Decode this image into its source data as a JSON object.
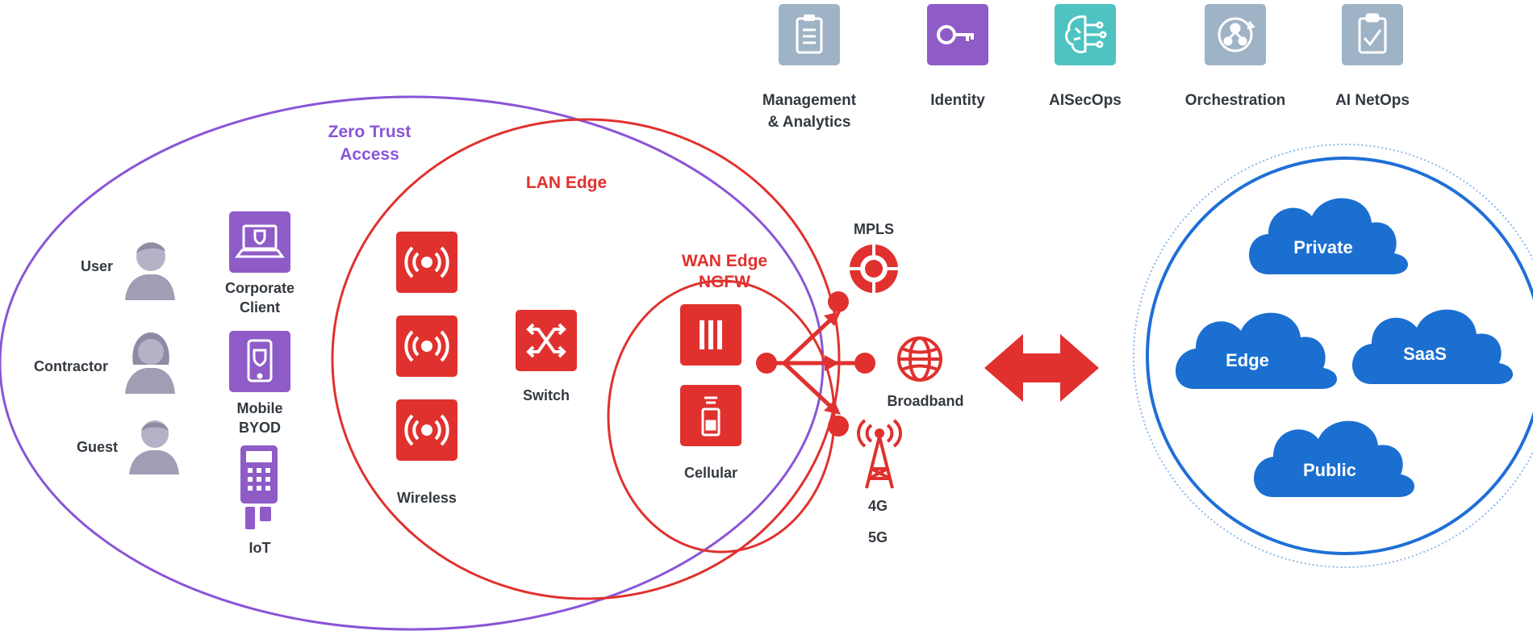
{
  "colors": {
    "zero_trust": "#8a55d6",
    "edge_red": "#e0312e",
    "cloud_blue": "#1b6fd0",
    "ring_blue": "#1f6fd6",
    "service_tile": "#9fb3c6",
    "person_gray": "#a09eb5",
    "text_dark": "#333940"
  },
  "zones": {
    "zero_trust": [
      "Zero Trust",
      "Access"
    ],
    "lan_edge": "LAN Edge",
    "wan_edge": [
      "WAN Edge",
      "NGFW"
    ]
  },
  "services": [
    {
      "label": [
        "Management",
        "& Analytics"
      ],
      "icon": "clipboard-icon"
    },
    {
      "label": [
        "Identity"
      ],
      "icon": "key-icon"
    },
    {
      "label": [
        "AISecOps"
      ],
      "icon": "brain-circuit-icon"
    },
    {
      "label": [
        "Orchestration"
      ],
      "icon": "orchestration-icon"
    },
    {
      "label": [
        "AI NetOps"
      ],
      "icon": "checklist-icon"
    }
  ],
  "people": [
    {
      "label": "User",
      "icon": "user-icon"
    },
    {
      "label": "Contractor",
      "icon": "contractor-icon"
    },
    {
      "label": "Guest",
      "icon": "guest-icon"
    }
  ],
  "devices": [
    {
      "label": [
        "Corporate",
        "Client"
      ],
      "icon": "laptop-icon"
    },
    {
      "label": [
        "Mobile",
        "BYOD"
      ],
      "icon": "mobile-icon"
    },
    {
      "label": [
        "IoT"
      ],
      "icon": "iot-terminal-icon"
    }
  ],
  "lan": {
    "wireless_label": "Wireless",
    "switch_label": "Switch"
  },
  "wan": {
    "cellular_label": "Cellular",
    "firewall_icon": "firewall-icon",
    "cellular_icon": "cellular-router-icon"
  },
  "transports": {
    "mpls": "MPLS",
    "broadband": "Broadband",
    "cell": [
      "4G",
      "5G"
    ]
  },
  "clouds": [
    "Private",
    "Edge",
    "SaaS",
    "Public"
  ]
}
